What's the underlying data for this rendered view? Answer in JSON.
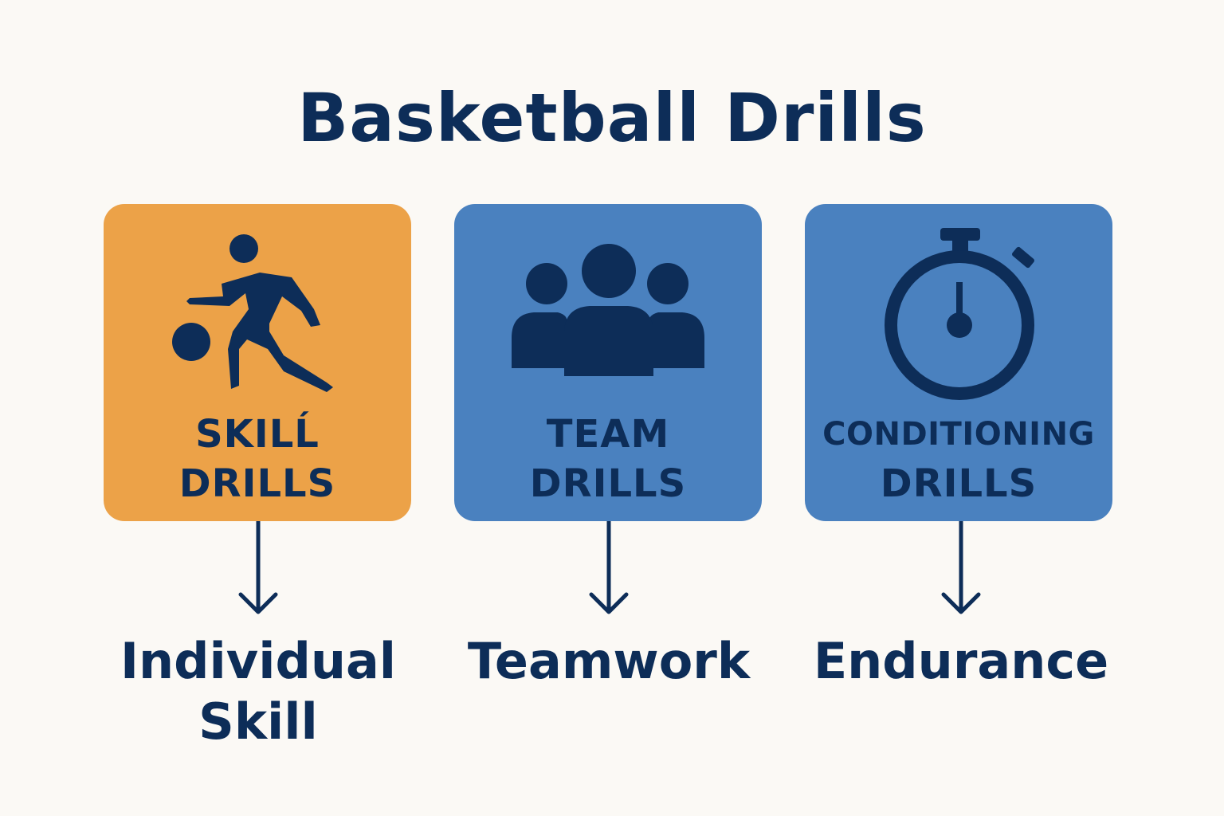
{
  "title": "Basketball Drills",
  "colors": {
    "background": "#fbf9f5",
    "text": "#0d2d58",
    "skill_card": "#eca248",
    "team_card": "#4a81bf",
    "conditioning_card": "#4a81bf"
  },
  "cards": [
    {
      "line1": "SKILĹ",
      "line2": "DRILLS",
      "icon": "dribbling-player-icon",
      "outcome_line1": "Individual",
      "outcome_line2": "Skill"
    },
    {
      "line1": "TEAM",
      "line2": "DRILLS",
      "icon": "team-group-icon",
      "outcome_line1": "Teamwork",
      "outcome_line2": ""
    },
    {
      "line1": "CONDITIONING",
      "line2": "DRILLS",
      "icon": "stopwatch-icon",
      "outcome_line1": "Endurance",
      "outcome_line2": ""
    }
  ]
}
